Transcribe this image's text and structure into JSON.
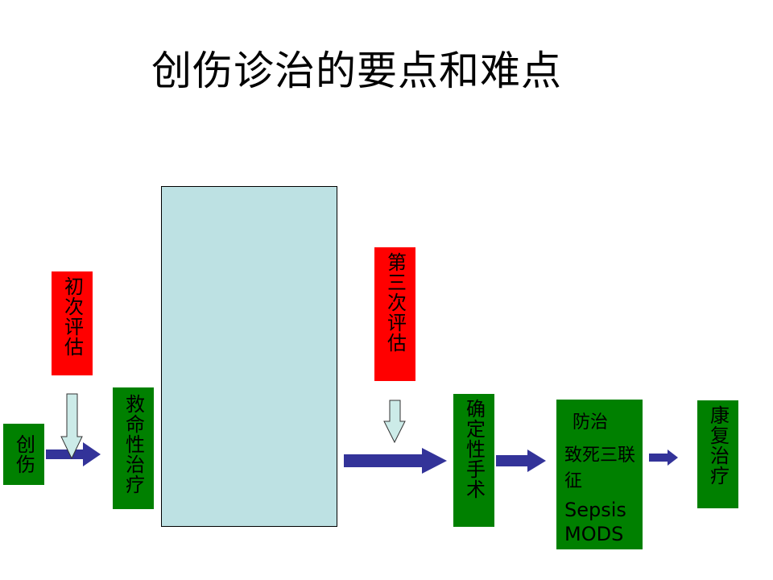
{
  "title": "创伤诊治的要点和难点",
  "colors": {
    "green": "#008000",
    "red": "#ff0000",
    "panel": "#bde1e3",
    "arrow_blue": "#333399",
    "arrow_down_fill": "#ccebe8"
  },
  "nodes": {
    "trauma": "创伤",
    "first_assessment": "初次评估",
    "lifesaving_treatment": "救命性治疗",
    "third_assessment": "第三次评估",
    "definitive_surgery": "确定性手术",
    "prevention": {
      "header": "防治",
      "sub": "致死三联征",
      "line1": "Sepsis",
      "line2": "MODS"
    },
    "rehabilitation": "康复治疗"
  }
}
